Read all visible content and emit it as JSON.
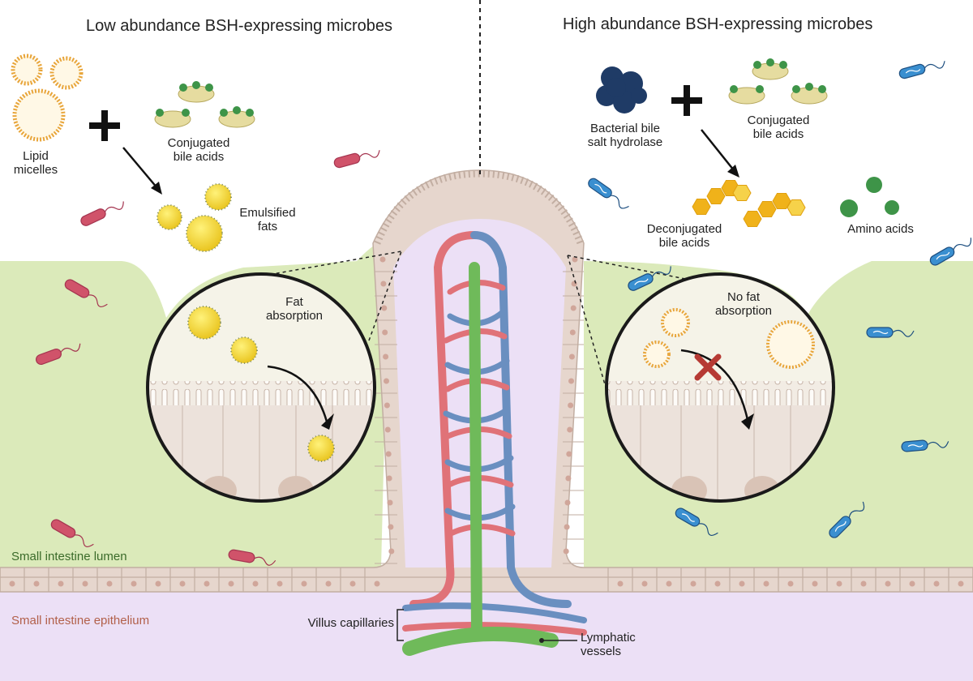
{
  "headings": {
    "left": "Low abundance BSH-expressing microbes",
    "right": "High abundance BSH-expressing microbes"
  },
  "left_panel": {
    "lipid_micelles": "Lipid\nmicelles",
    "conjugated_bile_acids": "Conjugated\nbile acids",
    "emulsified_fats": "Emulsified\nfats",
    "inset_label": "Fat\nabsorption"
  },
  "right_panel": {
    "bacterial_bsh": "Bacterial bile\nsalt hydrolase",
    "conjugated_bile_acids": "Conjugated\nbile acids",
    "deconjugated_bile_acids": "Deconjugated\nbile acids",
    "amino_acids": "Amino acids",
    "inset_label": "No fat\nabsorption"
  },
  "regions": {
    "lumen": "Small intestine lumen",
    "epithelium": "Small intestine epithelium"
  },
  "villus": {
    "capillaries_label": "Villus capillaries",
    "lymphatic_label": "Lymphatic\nvessels"
  },
  "colors": {
    "lumen_green": "#dbeaba",
    "epithelium_purple": "#ece0f6",
    "lumen_text": "#3b6b2a",
    "epithelium_text": "#b2604a",
    "artery_red": "#e07278",
    "vein_blue": "#6a8fc0",
    "lymph_green": "#6fba5a",
    "bacteria_pink": "#d0536a",
    "bacteria_blue": "#3a8fd0",
    "micelle_orange": "#e8a53a"
  }
}
